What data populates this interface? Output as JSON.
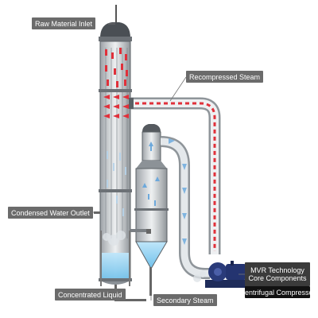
{
  "labels": {
    "raw_material_inlet": "Raw Material Inlet",
    "recompressed_steam": "Recompressed Steam",
    "condensed_water_outlet": "Condensed Water Outlet",
    "concentrated_liquid": "Concentrated Liquid",
    "secondary_steam": "Secondary Steam",
    "mvr_line1": "MVR Technology",
    "mvr_line2": "Core Components",
    "centrifugal_compressor": "Centrifugal Compressor"
  },
  "colors": {
    "steam_hot": "#e0303a",
    "steam_cold": "#8cc0e8",
    "liquid": "#9fd6f2",
    "metal": "#9aa0a6",
    "label_bg": "#6b6b6b",
    "label_dark": "#111111"
  }
}
